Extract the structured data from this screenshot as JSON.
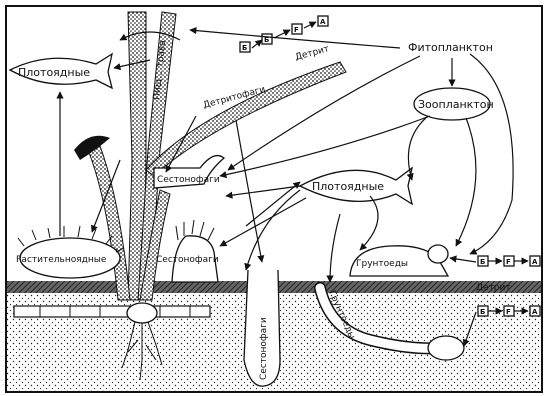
{
  "labels": {
    "phytoplankton": "Фитопланктон",
    "zooplankton": "Зоопланктон",
    "herbivores_left": "Плотоядные",
    "herbivores_center": "Плотоядные",
    "detritivores": "Детритофаги",
    "detritus_top": "Детрит",
    "detritus_right": "Детрит",
    "suspension_feeders_upper": "Сестонофаги",
    "suspension_feeders_lower": "Сестонофаги",
    "plant_eaters": "Растительноядные",
    "deposit_feeders": "Грунтоеды",
    "burrowing_deposit_feeders": "Грунтоеды",
    "burrow_suspension_feeders": "Сестонофаги",
    "stem_label": "Пищ... трава"
  },
  "decomposer_boxes": {
    "top": [
      "Б",
      "Б",
      "F",
      "А"
    ],
    "right_upper": [
      "Б",
      "F",
      "А"
    ],
    "right_lower": [
      "Б",
      "F",
      "А"
    ]
  },
  "colors": {
    "ink": "#111111",
    "paper": "#ffffff",
    "sediment": "#555555"
  }
}
